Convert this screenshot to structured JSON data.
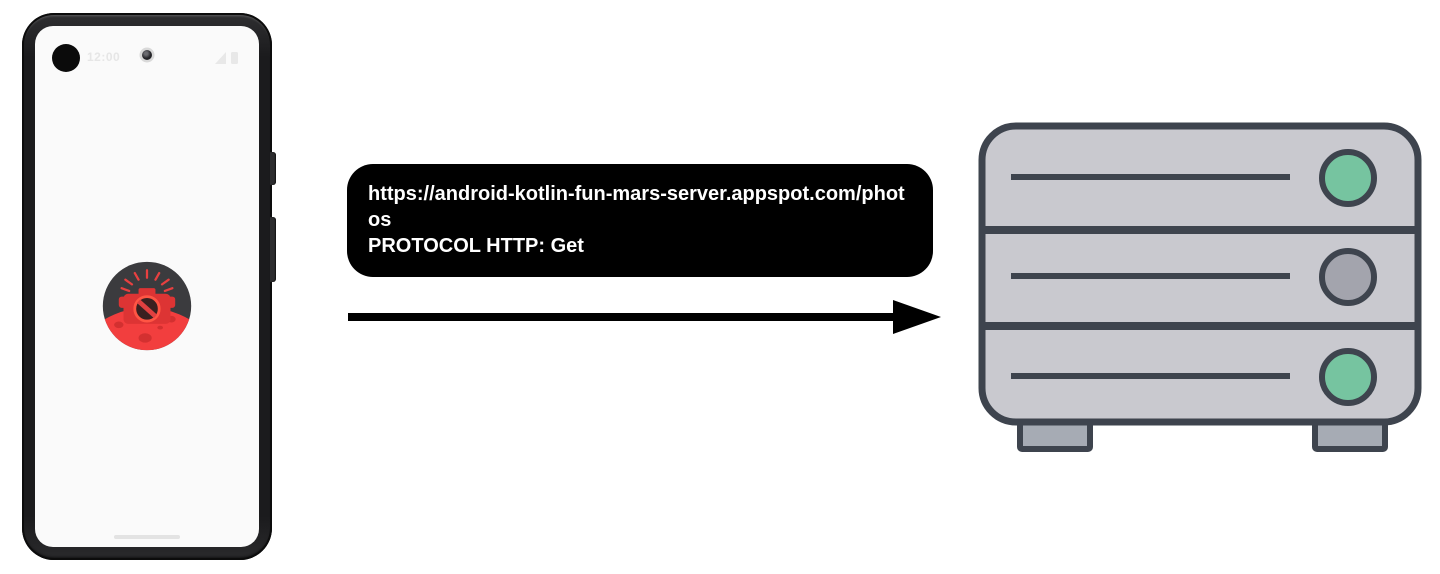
{
  "phone": {
    "status_bar": {
      "time": "12:00"
    },
    "app_icon": "mars-photos-camera-icon"
  },
  "request_box": {
    "url": "https://android-kotlin-fun-mars-server.appspot.com/photos",
    "protocol": "PROTOCOL HTTP: Get"
  },
  "server": {
    "racks": 3,
    "indicator_colors": [
      "#76c4a0",
      "#a3a4ad",
      "#76c4a0"
    ]
  },
  "colors": {
    "arrow": "#000000",
    "request_box_bg": "#000000",
    "request_box_text": "#ffffff",
    "phone_frame": "#1b1b1d",
    "phone_screen": "#fafafa",
    "server_body": "#c9c9cf",
    "server_outline": "#3e444e",
    "server_feet": "#a6abb4",
    "indicator_green": "#76c4a0",
    "indicator_gray": "#a3a4ad",
    "app_icon_bg": "#3b3b3e",
    "app_icon_red": "#f23e3e"
  }
}
